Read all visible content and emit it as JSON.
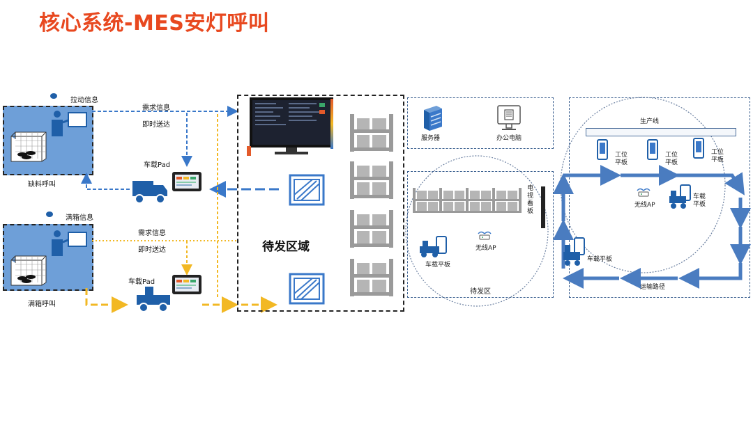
{
  "title": "核心系统-MES安灯呼叫",
  "left": {
    "pull_info": "拉动信息",
    "shortage_call": "缺料呼叫",
    "full_info": "满箱信息",
    "full_call": "满箱呼叫",
    "demand_info_1": "需求信息",
    "instant_1": "即时送达",
    "demand_info_2": "需求信息",
    "instant_2": "即时送达",
    "pad_1": "车载Pad",
    "pad_2": "车载Pad"
  },
  "middle": {
    "waiting_area": "待发区域"
  },
  "right_a": {
    "server": "服务器",
    "office_pc": "办公电脑",
    "tv_board": "电视\n看板",
    "wireless_ap": "无线AP",
    "vehicle_tablet": "车载平板",
    "waiting_zone": "待发区"
  },
  "right_b": {
    "production_line": "生产线",
    "station_tablet_1": "工位\n平板",
    "station_tablet_2": "工位\n平板",
    "station_tablet_3": "工位\n平板",
    "wireless_ap": "无线AP",
    "vehicle_tablet_1": "车载\n平板",
    "vehicle_tablet_2": "车载平板",
    "transport_path": "运输路径"
  },
  "colors": {
    "title": "#e8481f",
    "panel_blue": "#6e9fd8",
    "arrow_blue": "#3a78c9",
    "arrow_yellow": "#f2b824",
    "path_blue": "#4a7cc0"
  }
}
